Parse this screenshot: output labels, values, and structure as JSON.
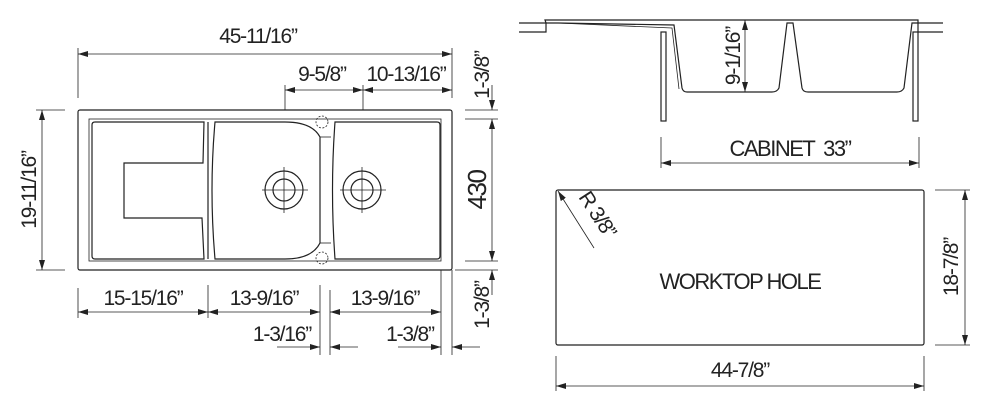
{
  "top_view": {
    "overall_width": "45-11/16”",
    "drain_offset": "9-5/8”",
    "right_to_drain": "10-13/16”",
    "overall_depth": "19-11/16”",
    "top_rim": "1-3/8”",
    "bowl_depth_mm": "430",
    "bottom_rim": "1-3/8”",
    "drainboard_width": "15-15/16”",
    "bowl1_width": "13-9/16”",
    "bowl2_width": "13-9/16”",
    "divider_width": "1-3/16”",
    "right_rim": "1-3/8”"
  },
  "section_view": {
    "bowl_height": "9-1/16”",
    "cabinet_label": "CABINET  33”"
  },
  "worktop": {
    "label": "WORKTOP HOLE",
    "corner_radius": "R 3/8”",
    "height": "18-7/8”",
    "width": "44-7/8”"
  }
}
